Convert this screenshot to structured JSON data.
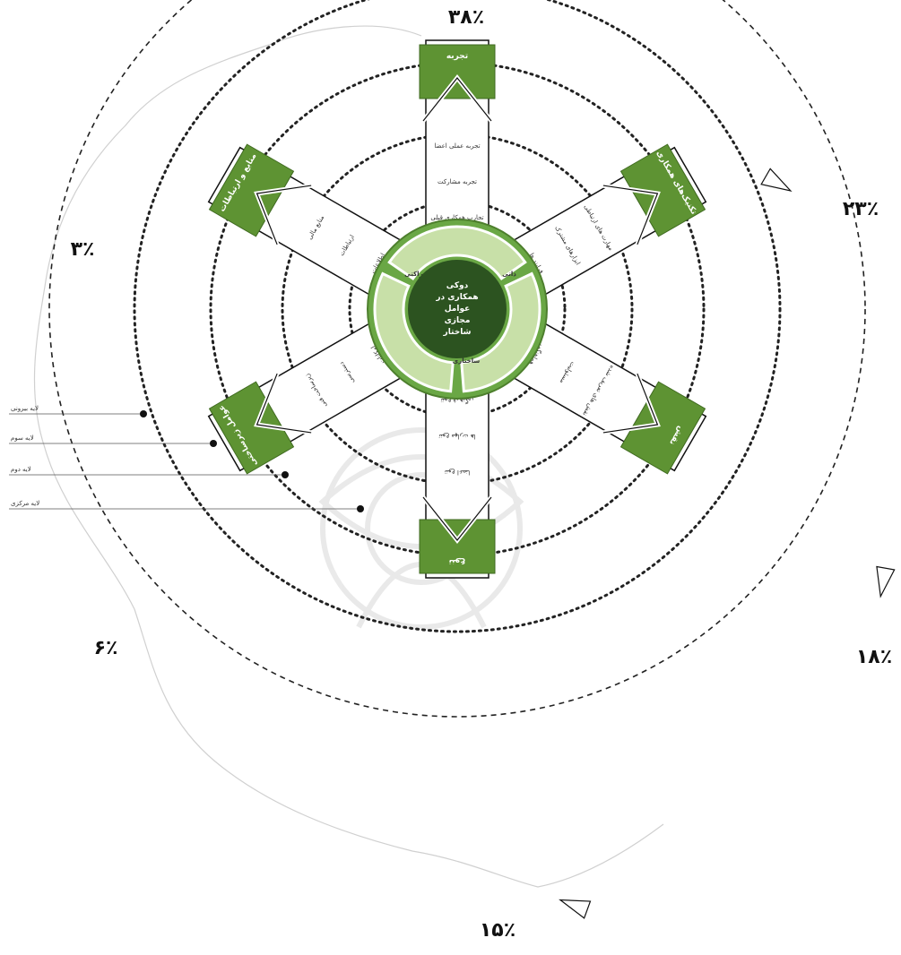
{
  "diagram": {
    "center_text": [
      "دوکی",
      "همکاری در",
      "عوامل",
      "مجازی",
      "شاختار"
    ],
    "segments": [
      {
        "label": "شراکتی"
      },
      {
        "label": "ذاتی"
      },
      {
        "label": "ساختاری"
      }
    ],
    "arms": [
      {
        "header": "تجربه",
        "percent": "۳۸٪",
        "texts": [
          "تجربه عملی اعضا",
          "تجربه مشارکت",
          "تجارب همکاری قبلی"
        ]
      },
      {
        "header": "تکنیک‌های همکاری",
        "percent": "۲۳٪",
        "texts": [
          "مهارت های ارتباطی",
          "ابزارهای مشترک",
          "فرایند ها"
        ]
      },
      {
        "header": "نقش",
        "percent": "۱۸٪",
        "texts": [
          "نقش های تعریف شده",
          "مسئولیت",
          "هماهنگی"
        ]
      },
      {
        "header": "تنوع",
        "percent": "۱۵٪",
        "texts": [
          "تنوع اعضا",
          "تنوع مهارت ها",
          "تنوع فرهنگی"
        ]
      },
      {
        "header": "عوامل زیرساختی",
        "percent": "۶٪",
        "texts": [
          "زیرساخت فنی",
          "دسترسی",
          "امکانات"
        ]
      },
      {
        "header": "منابع و ارتباطات",
        "percent": "۳٪",
        "texts": [
          "منابع مالی",
          "ارتباطات",
          "اطلاعات"
        ]
      }
    ],
    "ring_labels": [
      "لایه بیرونی",
      "لایه سوم",
      "لایه دوم",
      "لایه مرکزی"
    ],
    "colors": {
      "header_green": "#5e9333",
      "ring_light": "#9fcb6b",
      "ring_mid": "#6aa745",
      "core_dark": "#2c5320",
      "seg_fill": "#c8e0a8"
    }
  }
}
